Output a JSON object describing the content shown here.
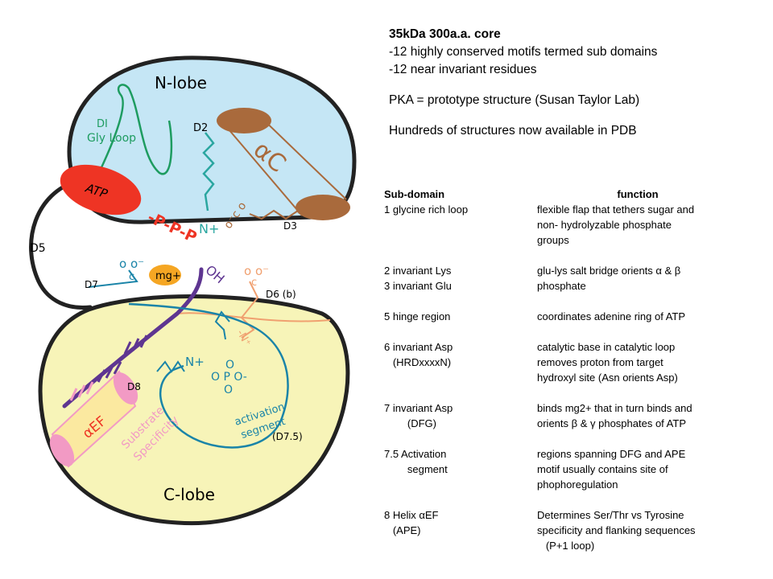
{
  "diagram": {
    "nlobe_label": "N-lobe",
    "clobe_label": "C-lobe",
    "d5_label": "D5",
    "d1_label": "DI",
    "gly_loop_label": "Gly Loop",
    "atp_label": "ATP",
    "d2_label": "D2",
    "n_plus_label": "N+",
    "alpha_c_label": "αC",
    "d3_label": "D3",
    "ppp_label": "-P-P-P",
    "mg_label": "mg+",
    "oh_label": "OH",
    "d7_label": "D7",
    "d6b_label": "D6 (b)",
    "d8_label": "D8",
    "alpha_ef_label": "αEF",
    "substrate_label": "Substrate",
    "specificity_label": "Specificity",
    "activation_label": "activation",
    "segment_label": "segment",
    "d75_label": "(D7.5)",
    "colors": {
      "nlobe": "#c5e6f5",
      "clobe": "#f7f4b8",
      "atp": "#ee3424",
      "alpha_c": "#a96a3c",
      "gly_loop": "#1e9c60",
      "d2": "#2aa6a0",
      "teal": "#1a84a8",
      "purple": "#5e3591",
      "orange": "#f0a070",
      "pink": "#f29ac4",
      "mg": "#f5a623"
    }
  },
  "text_panel": {
    "title": "35kDa 300a.a. core",
    "line1": "-12 highly conserved motifs termed sub domains",
    "line2": "-12 near invariant residues",
    "line3": "PKA = prototype structure  (Susan Taylor Lab)",
    "line4": "Hundreds of structures now available in PDB"
  },
  "table": {
    "header_subdomain": "Sub-domain",
    "header_function": "function",
    "rows": [
      {
        "sub": "1 glycine rich loop",
        "fn": "flexible flap that tethers sugar and"
      },
      {
        "sub": "",
        "fn": "non- hydrolyzable phosphate"
      },
      {
        "sub": "",
        "fn": "groups"
      },
      {
        "sub": "",
        "fn": ""
      },
      {
        "sub": "2 invariant Lys",
        "fn": "glu-lys salt bridge orients α & β"
      },
      {
        "sub": "3 invariant Glu",
        "fn": "phosphate"
      },
      {
        "sub": "",
        "fn": ""
      },
      {
        "sub": "5 hinge region",
        "fn": "coordinates adenine ring of ATP"
      },
      {
        "sub": "",
        "fn": ""
      },
      {
        "sub": "6 invariant Asp",
        "fn": "catalytic base in catalytic loop"
      },
      {
        "sub": "   (HRDxxxxN)",
        "fn": "removes proton from target"
      },
      {
        "sub": "",
        "fn": "hydroxyl site (Asn orients Asp)"
      },
      {
        "sub": "",
        "fn": ""
      },
      {
        "sub": "7 invariant Asp",
        "fn": "binds mg2+ that in turn binds and"
      },
      {
        "sub": "        (DFG)",
        "fn": "orients β & γ phosphates of ATP"
      },
      {
        "sub": "",
        "fn": ""
      },
      {
        "sub": "7.5 Activation",
        "fn": "regions spanning DFG and APE"
      },
      {
        "sub": "        segment",
        "fn": "motif usually contains site of"
      },
      {
        "sub": "",
        "fn": "phophoregulation"
      },
      {
        "sub": "",
        "fn": ""
      },
      {
        "sub": "8 Helix αEF",
        "fn": "Determines Ser/Thr vs Tyrosine"
      },
      {
        "sub": "   (APE)",
        "fn": "specificity and flanking sequences"
      },
      {
        "sub": "",
        "fn": "   (P+1 loop)"
      }
    ]
  }
}
